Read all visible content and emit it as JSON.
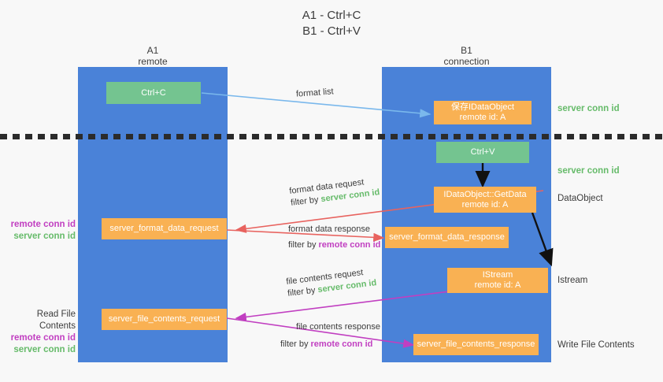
{
  "title": "A1 - Ctrl+C\nB1 - Ctrl+V",
  "columns": [
    {
      "name": "a1",
      "label": "A1\nremote"
    },
    {
      "name": "b1",
      "label": "B1\nconnection"
    }
  ],
  "nodes": [
    {
      "id": "ctrl_c",
      "label": "Ctrl+C",
      "color": "#74c490"
    },
    {
      "id": "save_idataobject",
      "label": "保存IDataObject\nremote id: A",
      "color": "#f9b153"
    },
    {
      "id": "ctrl_v",
      "label": "Ctrl+V",
      "color": "#74c490"
    },
    {
      "id": "idataobject_getdata",
      "label": "IDataObject::GetData\nremote id: A",
      "color": "#f9b153"
    },
    {
      "id": "server_format_data_request",
      "label": "server_format_data_request",
      "color": "#f9b153"
    },
    {
      "id": "server_format_data_response",
      "label": "server_format_data_response",
      "color": "#f9b153"
    },
    {
      "id": "istream",
      "label": "IStream\nremote id: A",
      "color": "#f9b153"
    },
    {
      "id": "server_file_contents_request",
      "label": "server_file_contents_request",
      "color": "#f9b153"
    },
    {
      "id": "server_file_contents_response",
      "label": "server_file_contents_response",
      "color": "#f9b153"
    }
  ],
  "right_labels": [
    {
      "id": "server-conn-id-top",
      "text": "server conn id",
      "color": "#66bb6a"
    },
    {
      "id": "server-conn-id-second",
      "text": "server conn id",
      "color": "#66bb6a"
    },
    {
      "id": "dataobject",
      "text": "DataObject",
      "color": "#3c3c3c"
    },
    {
      "id": "istream",
      "text": "Istream",
      "color": "#3c3c3c"
    },
    {
      "id": "write-file-contents",
      "text": "Write File Contents",
      "color": "#3c3c3c"
    }
  ],
  "left_labels": [
    {
      "id": "format-data-conn-ids",
      "remote": "remote conn id",
      "server": "server conn id"
    },
    {
      "id": "read-file-contents",
      "heading": "Read File Contents",
      "remote": "remote conn id",
      "server": "server conn id"
    }
  ],
  "edges": [
    {
      "id": "format-list",
      "label": "format list",
      "color": "#7ab8ec"
    },
    {
      "id": "format-data-request",
      "label_line1": "format data request",
      "label_line2_prefix": "filter by ",
      "label_line2_value": "server conn id",
      "value_color": "#66bb6a",
      "color": "#e8635f"
    },
    {
      "id": "format-data-response",
      "label_line1": "format data response",
      "label_line2_prefix": "filter by ",
      "label_line2_value": "remote conn id",
      "value_color": "#c13fc1",
      "color": "#e8635f"
    },
    {
      "id": "file-contents-request",
      "label_line1": "file contents request",
      "label_line2_prefix": "filter by ",
      "label_line2_value": "server conn id",
      "value_color": "#66bb6a",
      "color": "#c13fc1"
    },
    {
      "id": "file-contents-response",
      "label_line1": "file contents response",
      "label_line2_prefix": "filter by ",
      "label_line2_value": "remote conn id",
      "value_color": "#c13fc1",
      "color": "#c13fc1"
    }
  ],
  "colors": {
    "lane": "#4a82d8",
    "green_node": "#74c490",
    "orange_node": "#f9b153",
    "background": "#f8f8f8",
    "dashed_line": "#2b2b2b"
  }
}
